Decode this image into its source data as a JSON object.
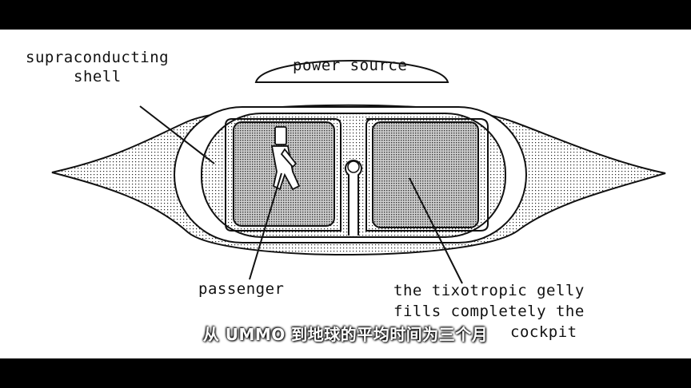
{
  "diagram": {
    "labels": {
      "shell_line1": "supraconducting",
      "shell_line2": "shell",
      "power_source": "power source",
      "passenger": "passenger",
      "gelly_line1": "the tixotropic gelly",
      "gelly_line2": "fills completely the",
      "gelly_line3": "cockpit"
    }
  },
  "subtitle": "从 UMMO 到地球的平均时间为三个月",
  "colors": {
    "letterbox": "#000000",
    "background": "#ffffff",
    "ink": "#111111",
    "subtitle": "#ffffff"
  }
}
